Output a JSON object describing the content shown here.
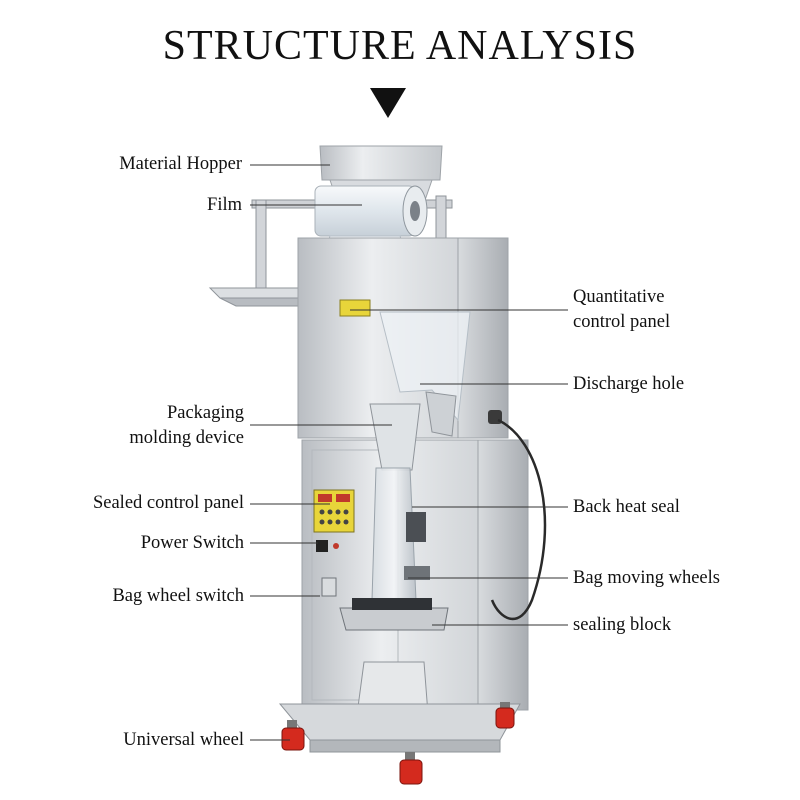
{
  "title": "STRUCTURE ANALYSIS",
  "labels": {
    "material_hopper": "Material Hopper",
    "film": "Film",
    "quantitative_control_panel_1": "Quantitative",
    "quantitative_control_panel_2": "control panel",
    "discharge_hole": "Discharge hole",
    "packaging_molding_device_1": "Packaging",
    "packaging_molding_device_2": "molding device",
    "sealed_control_panel": "Sealed control panel",
    "back_heat_seal": "Back heat seal",
    "power_switch": "Power Switch",
    "bag_moving_wheels": "Bag moving wheels",
    "bag_wheel_switch": "Bag wheel switch",
    "sealing_block": "sealing block",
    "universal_wheel": "Universal wheel"
  },
  "colors": {
    "steel_light": "#e4e6e8",
    "steel_mid": "#c9ccd0",
    "steel_dark": "#9ea3a8",
    "wheel_red": "#d42a1e",
    "panel_yellow": "#e8d53a",
    "cable": "#2a2a2a"
  }
}
